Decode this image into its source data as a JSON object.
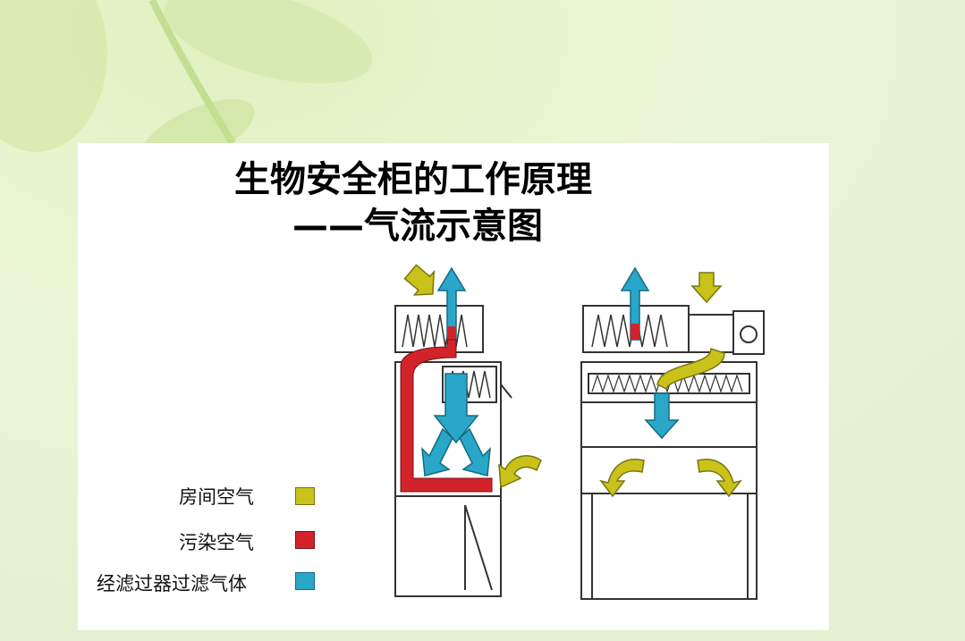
{
  "title": {
    "line1": "生物安全柜的工作原理",
    "line2": "——气流示意图"
  },
  "legend": [
    {
      "label": "房间空气",
      "color": "#c9c21a"
    },
    {
      "label": "污染空气",
      "color": "#d2232a"
    },
    {
      "label": "经滤过器过滤气体",
      "color": "#2aa6c8"
    }
  ],
  "colors": {
    "room_air": "#c9c21a",
    "contaminated_air": "#d2232a",
    "filtered_air": "#2aa6c8",
    "line": "#333333"
  }
}
